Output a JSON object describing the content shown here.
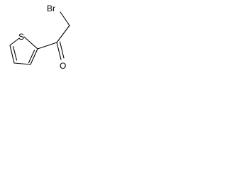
{
  "molecule": {
    "atoms": {
      "bromine": "Br",
      "sulfur": "S",
      "oxygen": "O"
    },
    "colors": {
      "stroke": "#000000",
      "background": "#ffffff"
    }
  }
}
